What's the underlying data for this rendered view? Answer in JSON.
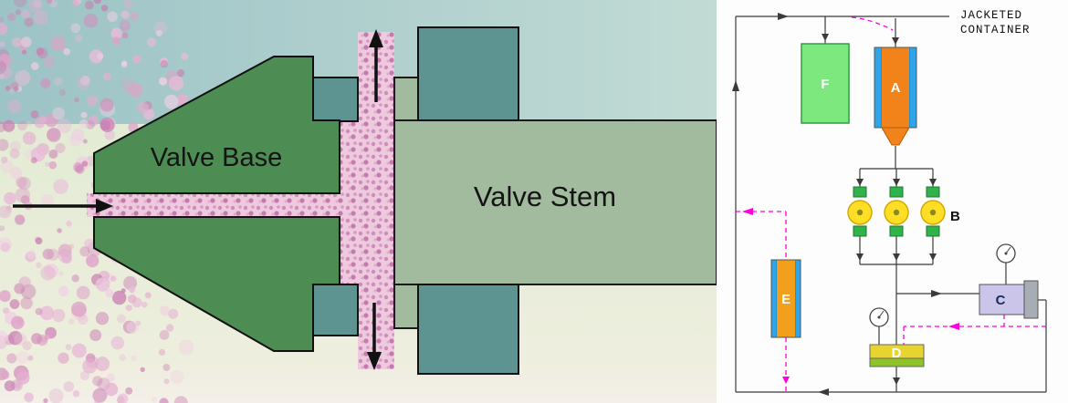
{
  "valve_diagram": {
    "base_label": "Valve Base",
    "stem_label": "Valve Stem"
  },
  "flow_diagram": {
    "container_label_line1": "JACKETED",
    "container_label_line2": "CONTAINER",
    "units": {
      "a": "A",
      "b": "B",
      "c": "C",
      "d": "D",
      "e": "E",
      "f": "F"
    }
  },
  "colors": {
    "valve_base_green": "#4d8c53",
    "valve_stem_gray": "#a2bb9e",
    "valve_seat_teal": "#5d9492",
    "teal_background": "#a3c9cb",
    "particle_pink": "#dfa3c8",
    "channel_pink": "#edcade",
    "flow_line_magenta": "#ff00dd",
    "process_line_black": "#3a3a3a",
    "vessel_a_orange": "#f2831b",
    "jacket_blue": "#2da5e8",
    "tank_f_green": "#7de87d",
    "pump_yellow": "#ffdf26",
    "pump_block_green": "#2fb34a",
    "unit_c_lavender": "#cbc5ea",
    "unit_d_yellow": "#e8d42e",
    "unit_d_green": "#8fc32c"
  }
}
